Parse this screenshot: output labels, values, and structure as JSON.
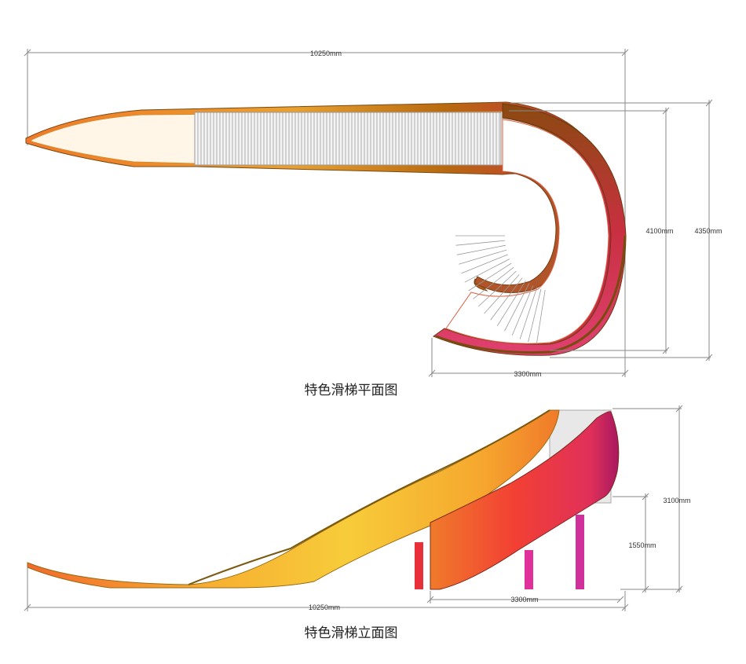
{
  "plan_view": {
    "caption": "特色滑梯平面图",
    "dimensions": {
      "total_length": "10250mm",
      "spiral_width": "3300mm",
      "inner_depth": "4100mm",
      "outer_depth": "4350mm"
    }
  },
  "elevation_view": {
    "caption": "特色滑梯立面图",
    "dimensions": {
      "total_length": "10250mm",
      "base_width": "3300mm",
      "total_height": "3100mm",
      "mid_height": "1550mm"
    }
  },
  "colors": {
    "slide_orange": "#f08a2a",
    "slide_yellow": "#f5c638",
    "slide_red": "#e8333a",
    "slide_magenta": "#c8206a",
    "rim_dark": "#8a5a0a",
    "support_pink": "#e0309a",
    "dimension_line": "#8a8a8a"
  }
}
